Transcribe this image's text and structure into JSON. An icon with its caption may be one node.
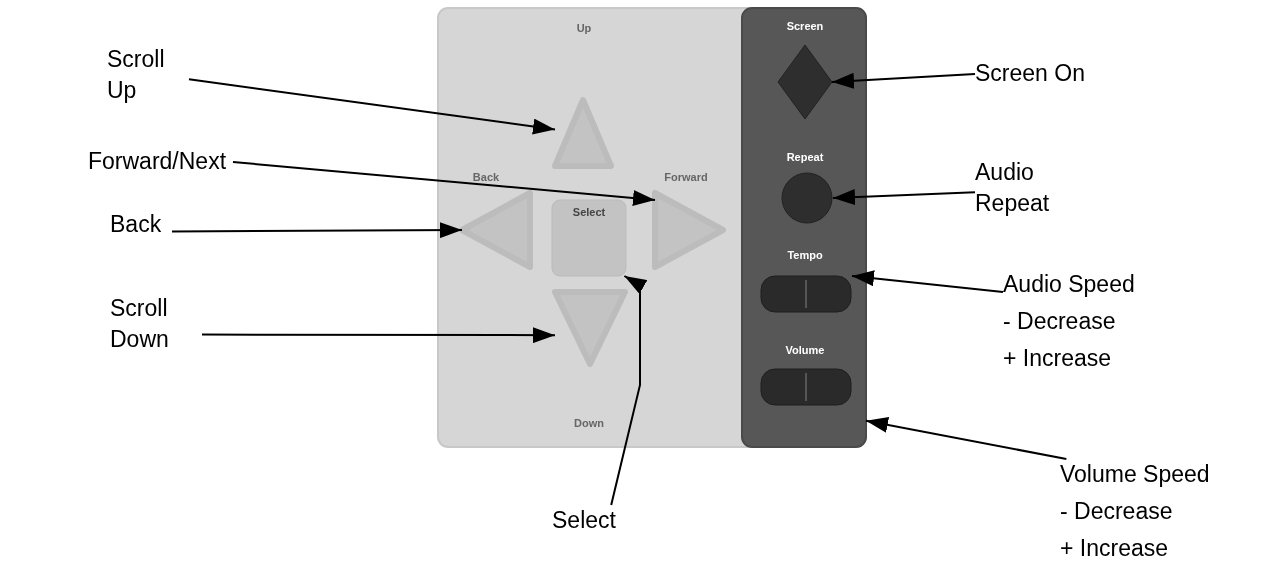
{
  "diagram": {
    "nodes": [
      {
        "text": [],
        "shape": "box"
      },
      {
        "text": [],
        "shape": "box",
        "in": 0
      },
      {
        "text": [],
        "shape": "triangle",
        "in": 0
      },
      {
        "text": [],
        "shape": "triangle",
        "in": 0
      },
      {
        "text": [],
        "shape": "box",
        "in": 0
      },
      {
        "text": [],
        "shape": "triangle",
        "in": 0
      },
      {
        "text": [],
        "shape": "triangle",
        "in": 0
      },
      {
        "text": [],
        "shape": "diamond",
        "in": 1
      },
      {
        "text": [],
        "shape": "circle",
        "in": 1
      },
      {
        "text": [],
        "shape": "box",
        "in": 1
      },
      {
        "text": [],
        "shape": "box",
        "in": 1
      },
      {
        "text": [
          "Scroll Up"
        ]
      },
      {
        "text": [
          "Forward/Next"
        ]
      },
      {
        "text": [
          "Back"
        ]
      },
      {
        "text": [
          "Scroll Down"
        ]
      },
      {
        "text": [
          "Select"
        ]
      },
      {
        "text": [
          "Screen On"
        ]
      },
      {
        "text": [
          "Audio Repeat"
        ]
      },
      {
        "text": [
          "Audio Speed",
          "- Decrease",
          "+ Increase"
        ]
      },
      {
        "text": [
          "Volume Speed",
          "- Decrease",
          "+ Increase"
        ]
      }
    ],
    "edges": [
      {
        "from": 11,
        "to": 2,
        "arrow": "to"
      },
      {
        "from": 12,
        "to": 5,
        "arrow": "to"
      },
      {
        "from": 13,
        "to": 3,
        "arrow": "to"
      },
      {
        "from": 14,
        "to": 6,
        "arrow": "to"
      },
      {
        "from": 15,
        "to": 4,
        "arrow": "to"
      },
      {
        "from": 16,
        "to": 7,
        "arrow": "to"
      },
      {
        "from": 17,
        "to": 8,
        "arrow": "to"
      },
      {
        "from": 18,
        "to": 9,
        "arrow": "to"
      },
      {
        "from": 19,
        "to": 1,
        "arrow": "to"
      }
    ],
    "labels": [
      "Up",
      "Screen",
      "Repeat",
      "Back",
      "Forward",
      "Select",
      "Tempo",
      "Volume",
      "Down"
    ]
  }
}
